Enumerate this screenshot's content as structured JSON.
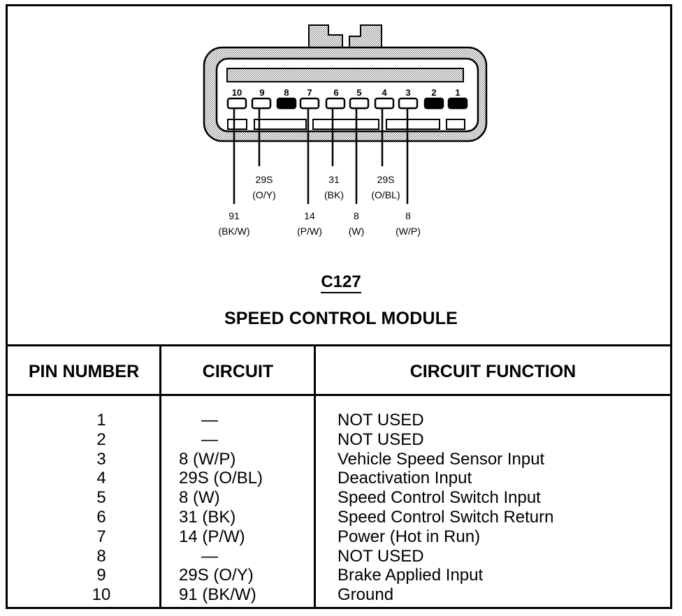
{
  "connector": {
    "id": "C127",
    "name": "SPEED CONTROL MODULE",
    "pin_tags": [
      "10",
      "9",
      "8",
      "7",
      "6",
      "5",
      "4",
      "3",
      "2",
      "1"
    ],
    "wires": [
      {
        "pin": "10",
        "circuit": "91",
        "color": "(BK/W)"
      },
      {
        "pin": "9",
        "circuit": "29S",
        "color": "(O/Y)"
      },
      {
        "pin": "7",
        "circuit": "14",
        "color": "(P/W)"
      },
      {
        "pin": "6",
        "circuit": "31",
        "color": "(BK)"
      },
      {
        "pin": "5",
        "circuit": "8",
        "color": "(W)"
      },
      {
        "pin": "4",
        "circuit": "29S",
        "color": "(O/BL)"
      },
      {
        "pin": "3",
        "circuit": "8",
        "color": "(W/P)"
      }
    ]
  },
  "table": {
    "headers": [
      "PIN NUMBER",
      "CIRCUIT",
      "CIRCUIT FUNCTION"
    ],
    "rows": [
      {
        "pin": "1",
        "circuit": "—",
        "function": "NOT USED"
      },
      {
        "pin": "2",
        "circuit": "—",
        "function": "NOT USED"
      },
      {
        "pin": "3",
        "circuit": "8 (W/P)",
        "function": "Vehicle Speed Sensor Input"
      },
      {
        "pin": "4",
        "circuit": "29S (O/BL)",
        "function": "Deactivation Input"
      },
      {
        "pin": "5",
        "circuit": "8 (W)",
        "function": "Speed Control Switch Input"
      },
      {
        "pin": "6",
        "circuit": "31 (BK)",
        "function": "Speed Control Switch Return"
      },
      {
        "pin": "7",
        "circuit": "14 (P/W)",
        "function": "Power (Hot in Run)"
      },
      {
        "pin": "8",
        "circuit": "—",
        "function": "NOT USED"
      },
      {
        "pin": "9",
        "circuit": "29S (O/Y)",
        "function": "Brake Applied Input"
      },
      {
        "pin": "10",
        "circuit": "91 (BK/W)",
        "function": "Ground"
      }
    ]
  }
}
